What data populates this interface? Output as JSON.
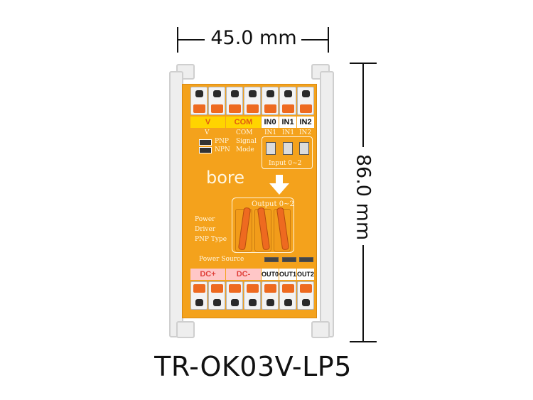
{
  "dimensions": {
    "width_label": "45.0 mm",
    "height_label": "86.0 mm"
  },
  "model": "TR-OK03V-LP5",
  "top_terminals": [
    "V",
    "COM",
    "IN0",
    "IN1",
    "IN2"
  ],
  "top_silk": {
    "sub_labels": [
      "V",
      "COM",
      "IN1",
      "IN1",
      "IN2"
    ],
    "pnp": "PNP",
    "npn": "NPN",
    "signal": "Signal",
    "mode": "Mode",
    "input_group": "Input 0~2"
  },
  "brand": "bore",
  "output_group": "Output 0~2",
  "description": [
    "Power",
    "Driver",
    "PNP Type"
  ],
  "power_source": "Power Source",
  "bottom_terminals": [
    "DC+",
    "DC-",
    "OUT0",
    "OUT1",
    "OUT2"
  ],
  "colors": {
    "board": "#f4a21c",
    "lever": "#ee6a20",
    "label_yellow": "#ffd400",
    "label_pink": "#ffc7c7",
    "rail": "#eeeeee"
  }
}
